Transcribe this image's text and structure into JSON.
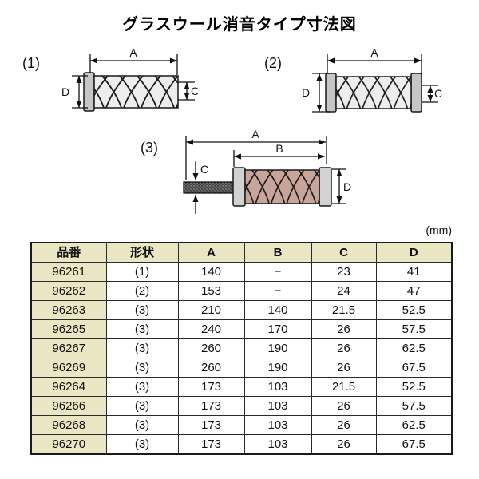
{
  "title": "グラスウール消音タイプ寸法図",
  "unit_note": "(mm)",
  "dim_labels": {
    "a": "A",
    "b": "B",
    "c": "C",
    "d": "D"
  },
  "diagrams": [
    {
      "label": "(1)"
    },
    {
      "label": "(2)"
    },
    {
      "label": "(3)"
    }
  ],
  "table": {
    "headers": [
      "品番",
      "形状",
      "A",
      "B",
      "C",
      "D"
    ],
    "rows": [
      [
        "96261",
        "(1)",
        "140",
        "−",
        "23",
        "41"
      ],
      [
        "96262",
        "(2)",
        "153",
        "−",
        "24",
        "47"
      ],
      [
        "96263",
        "(3)",
        "210",
        "140",
        "21.5",
        "52.5"
      ],
      [
        "96265",
        "(3)",
        "240",
        "170",
        "26",
        "57.5"
      ],
      [
        "96267",
        "(3)",
        "260",
        "190",
        "26",
        "62.5"
      ],
      [
        "96269",
        "(3)",
        "260",
        "190",
        "26",
        "67.5"
      ],
      [
        "96264",
        "(3)",
        "173",
        "103",
        "21.5",
        "52.5"
      ],
      [
        "96266",
        "(3)",
        "173",
        "103",
        "26",
        "57.5"
      ],
      [
        "96268",
        "(3)",
        "173",
        "103",
        "26",
        "62.5"
      ],
      [
        "96270",
        "(3)",
        "173",
        "103",
        "26",
        "67.5"
      ]
    ]
  },
  "colors": {
    "table_highlight": "#eae6c3",
    "table_border": "#2a2a2a",
    "wool_gray": "#ededed",
    "wool_tan": "#c9a49b",
    "cap_gray": "#c6c6c6",
    "rod_dark": "#474747",
    "line": "#111111"
  }
}
